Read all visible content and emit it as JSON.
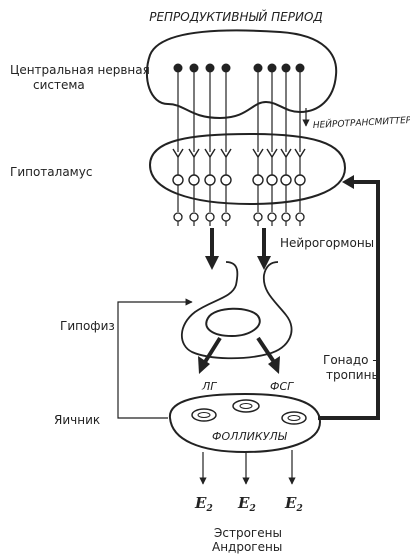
{
  "diagram": {
    "title": "РЕПРОДУКТИВНЫЙ ПЕРИОД",
    "labels": {
      "cns_line1": "Центральная нервная",
      "cns_line2": "система",
      "hypothalamus": "Гипоталамус",
      "pituitary": "Гипофиз",
      "ovary": "Яичник",
      "neurotransmitters": "НЕЙРОТРАНСМИТТЕРЫ",
      "neurohormones": "Нейрогормоны",
      "gonadotropins_line1": "Гонадо -",
      "gonadotropins_line2": "тропины",
      "lh": "ЛГ",
      "fsh": "ФСГ",
      "follicles": "ФОЛЛИКУЛЫ",
      "estradiol_symbol": "E",
      "estradiol_subscript": "2",
      "estrogens": "Эстрогены",
      "androgens": "Андрогены"
    },
    "colors": {
      "ink": "#222222",
      "background": "#ffffff"
    }
  }
}
